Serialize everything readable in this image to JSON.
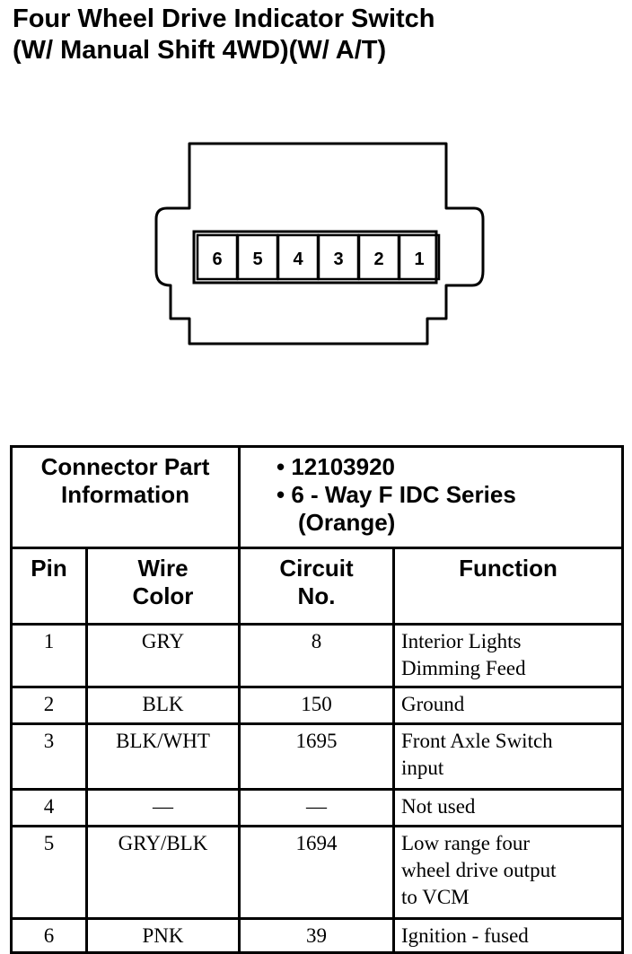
{
  "title": {
    "line1": "Four Wheel Drive Indicator Switch",
    "line2": "(W/ Manual Shift 4WD)(W/ A/T)"
  },
  "connector": {
    "pins": [
      "6",
      "5",
      "4",
      "3",
      "2",
      "1"
    ]
  },
  "info": {
    "label_line1": "Connector Part",
    "label_line2": "Information",
    "bullet1": "12103920",
    "bullet2": "6 - Way F IDC Series",
    "bullet2_cont": "(Orange)"
  },
  "headers": {
    "pin": "Pin",
    "wire_color_line1": "Wire",
    "wire_color_line2": "Color",
    "circuit_line1": "Circuit",
    "circuit_line2": "No.",
    "function": "Function"
  },
  "rows": [
    {
      "pin": "1",
      "wire": "GRY",
      "circuit": "8",
      "func1": "Interior Lights",
      "func2": "Dimming Feed",
      "func3": ""
    },
    {
      "pin": "2",
      "wire": "BLK",
      "circuit": "150",
      "func1": "Ground",
      "func2": "",
      "func3": ""
    },
    {
      "pin": "3",
      "wire": "BLK/WHT",
      "circuit": "1695",
      "func1": "Front Axle Switch",
      "func2": "input",
      "func3": ""
    },
    {
      "pin": "4",
      "wire": "—",
      "circuit": "—",
      "func1": "Not used",
      "func2": "",
      "func3": ""
    },
    {
      "pin": "5",
      "wire": "GRY/BLK",
      "circuit": "1694",
      "func1": "Low range four",
      "func2": "wheel drive output",
      "func3": "to VCM"
    },
    {
      "pin": "6",
      "wire": "PNK",
      "circuit": "39",
      "func1": "Ignition - fused",
      "func2": "",
      "func3": ""
    }
  ]
}
